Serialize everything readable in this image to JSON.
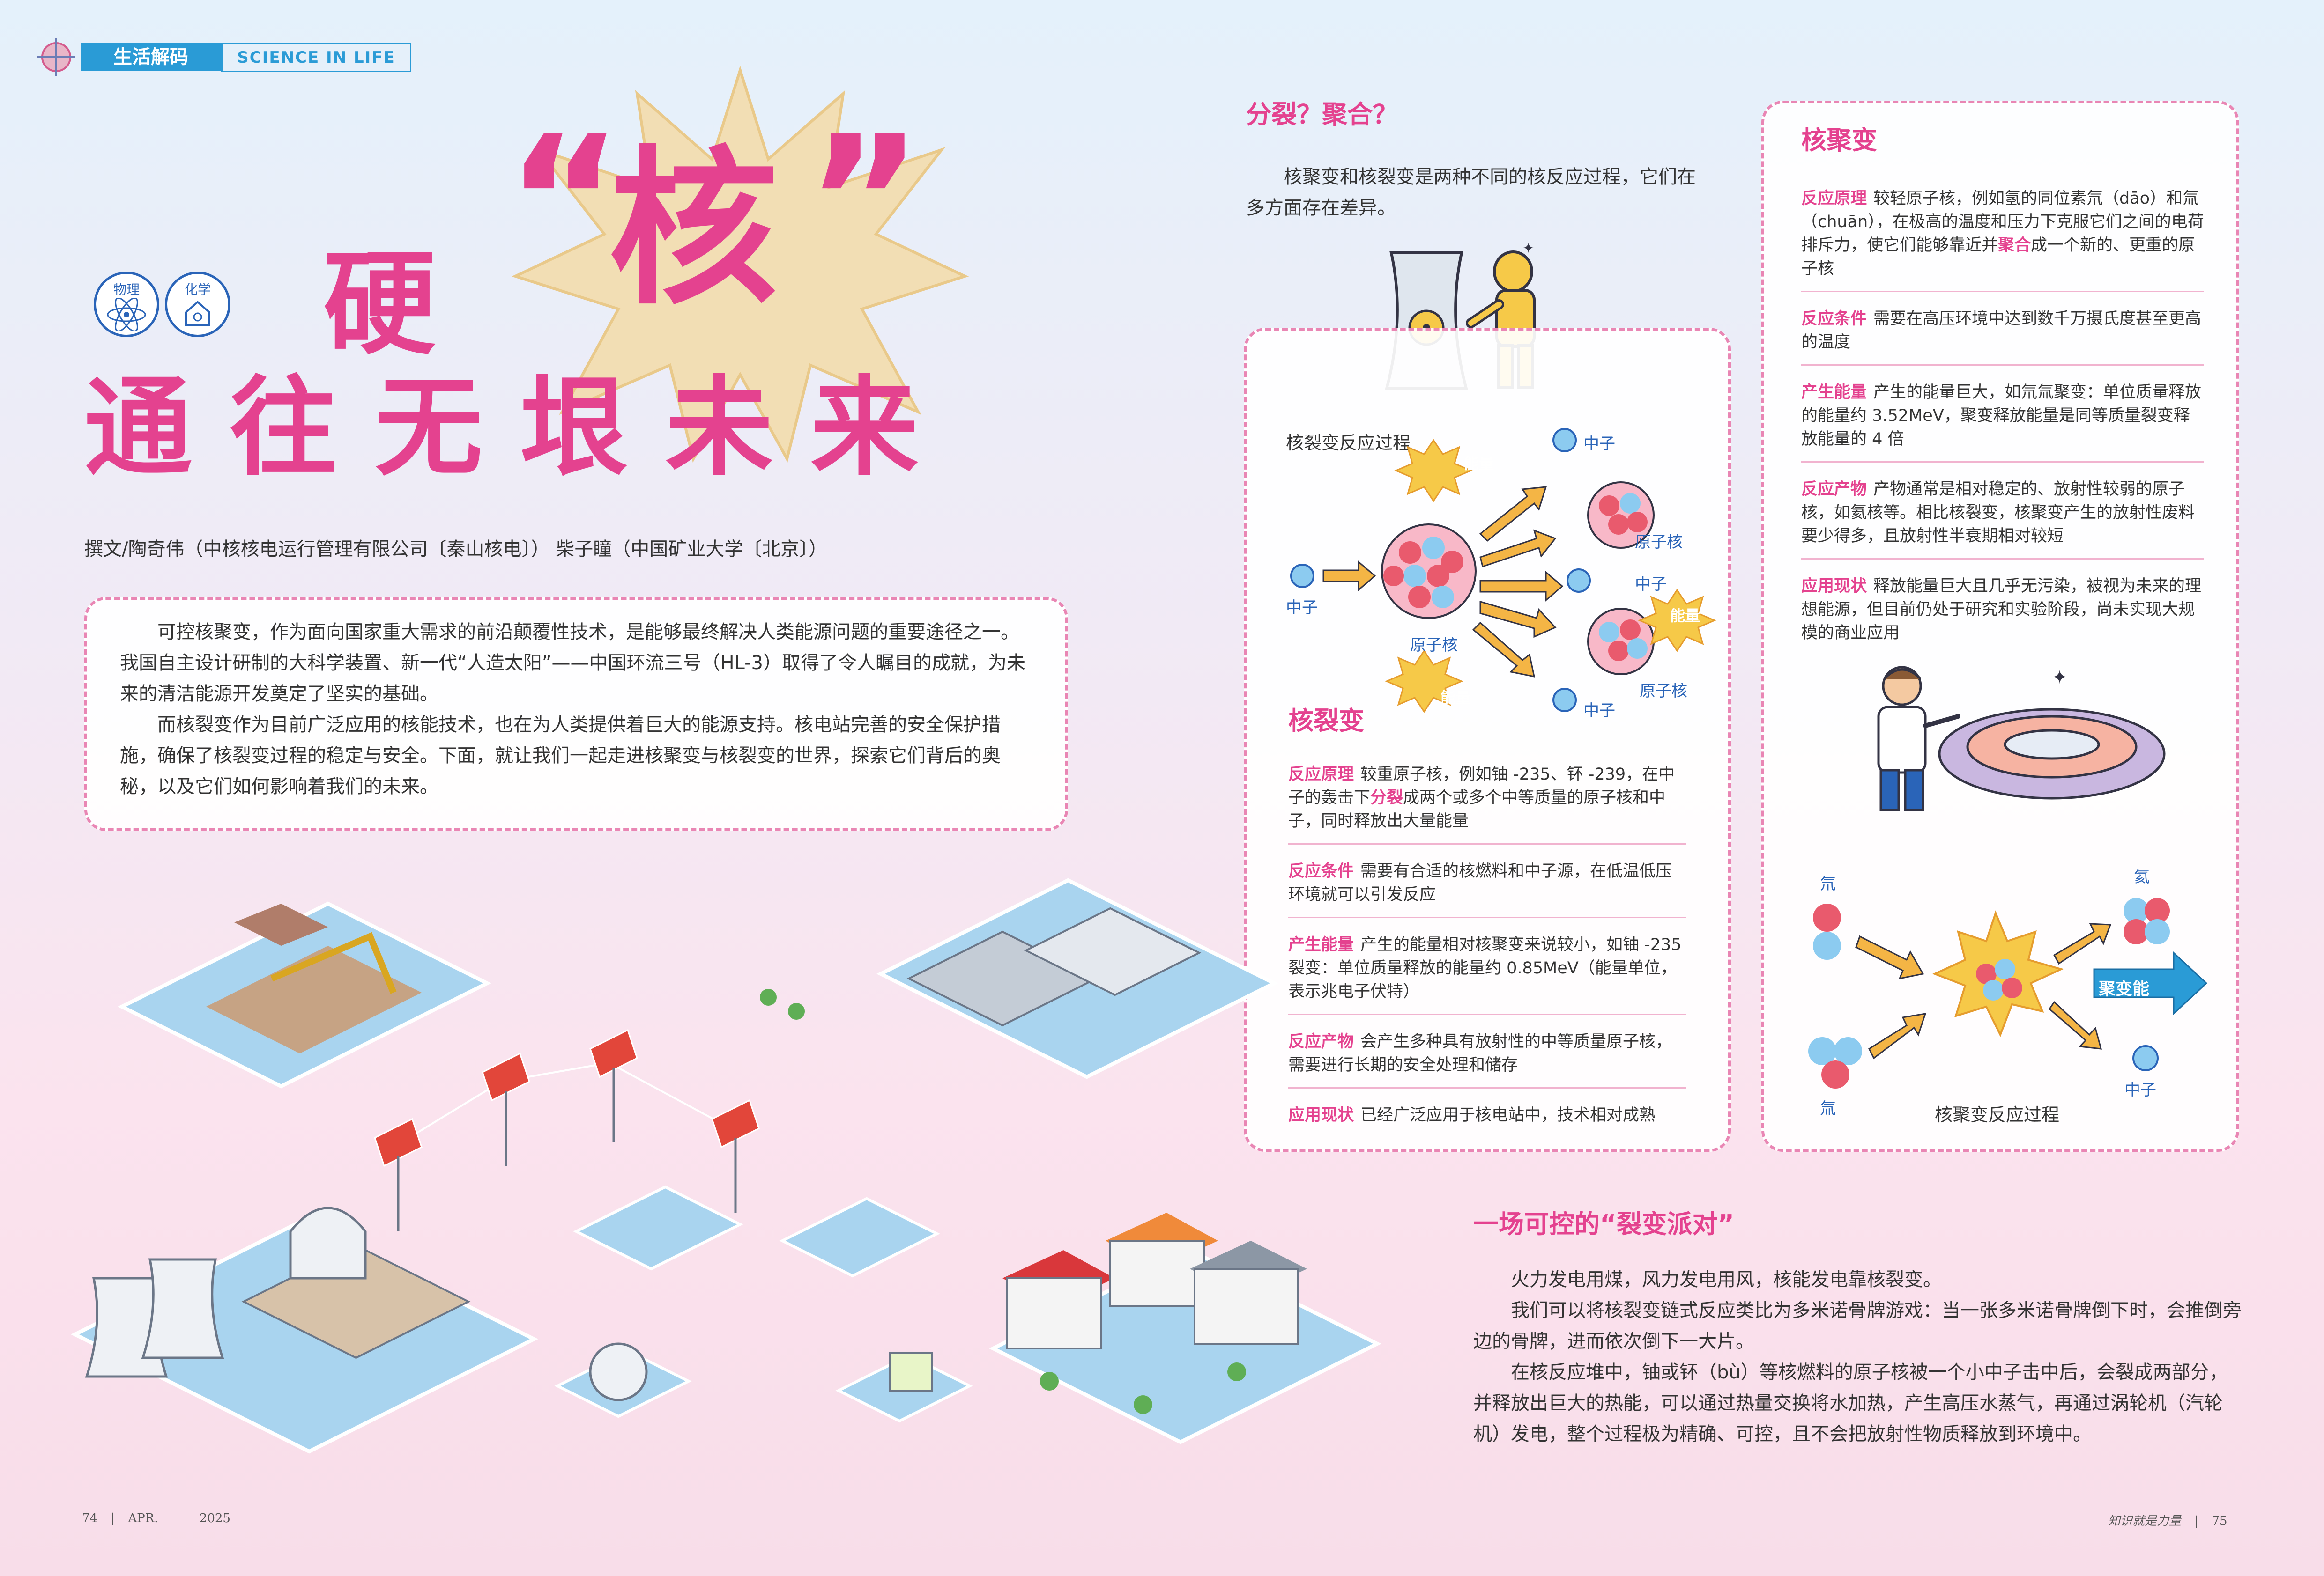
{
  "header": {
    "tag_cn": "生活解码",
    "tag_en": "SCIENCE IN LIFE"
  },
  "title": {
    "line1_char": "硬",
    "quote_open": "“",
    "big_char": "核",
    "quote_close": "”",
    "line2": "通 往 无 垠 未 来"
  },
  "subject_badges": [
    "物理",
    "化学"
  ],
  "byline": "撰文/陶奇伟（中核核电运行管理有限公司〔秦山核电〕） 柴子瞳（中国矿业大学〔北京〕）",
  "intro": {
    "p1": "可控核聚变，作为面向国家重大需求的前沿颠覆性技术，是能够最终解决人类能源问题的重要途径之一。我国自主设计研制的大科学装置、新一代“人造太阳”——中国环流三号（HL-3）取得了令人瞩目的成就，为未来的清洁能源开发奠定了坚实的基础。",
    "p2": "而核裂变作为目前广泛应用的核能技术，也在为人类提供着巨大的能源支持。核电站完善的安全保护措施，确保了核裂变过程的稳定与安全。下面，就让我们一起走进核聚变与核裂变的世界，探索它们背后的奥秘，以及它们如何影响着我们的未来。"
  },
  "fission_fusion_intro": {
    "heading": "分裂？聚合？",
    "text": "核聚变和核裂变是两种不同的核反应过程，它们在多方面存在差异。"
  },
  "fission": {
    "diagram_title": "核裂变反应过程",
    "labels": {
      "neutron": "中子",
      "nucleus": "原子核",
      "energy": "能量"
    },
    "heading": "核裂变",
    "rows": [
      {
        "label": "反应原理",
        "pre": "较重原子核，例如铀 -235、钚 -239，在中子的轰击下",
        "emph": "分裂",
        "post": "成两个或多个中等质量的原子核和中子，同时释放出大量能量"
      },
      {
        "label": "反应条件",
        "pre": "需要有合适的核燃料和中子源，在低温低压环境就可以引发反应",
        "emph": "",
        "post": ""
      },
      {
        "label": "产生能量",
        "pre": "产生的能量相对核聚变来说较小，如铀 -235 裂变：单位质量释放的能量约 0.85MeV（能量单位，表示兆电子伏特）",
        "emph": "",
        "post": ""
      },
      {
        "label": "反应产物",
        "pre": "会产生多种具有放射性的中等质量原子核，需要进行长期的安全处理和储存",
        "emph": "",
        "post": ""
      },
      {
        "label": "应用现状",
        "pre": "已经广泛应用于核电站中，技术相对成熟",
        "emph": "",
        "post": ""
      }
    ]
  },
  "fusion": {
    "heading": "核聚变",
    "rows": [
      {
        "label": "反应原理",
        "pre": "较轻原子核，例如氢的同位素氘（dāo）和氚（chuān），在极高的温度和压力下克服它们之间的电荷排斥力，使它们能够靠近并",
        "emph": "聚合",
        "post": "成一个新的、更重的原子核"
      },
      {
        "label": "反应条件",
        "pre": "需要在高压环境中达到数千万摄氏度甚至更高的温度",
        "emph": "",
        "post": ""
      },
      {
        "label": "产生能量",
        "pre": "产生的能量巨大，如氘氚聚变：单位质量释放的能量约 3.52MeV，聚变释放能量是同等质量裂变释放能量的 4 倍",
        "emph": "",
        "post": ""
      },
      {
        "label": "反应产物",
        "pre": "产物通常是相对稳定的、放射性较弱的原子核，如氦核等。相比核裂变，核聚变产生的放射性废料要少得多，且放射性半衰期相对较短",
        "emph": "",
        "post": ""
      },
      {
        "label": "应用现状",
        "pre": "释放能量巨大且几乎无污染，被视为未来的理想能源，但目前仍处于研究和实验阶段，尚未实现大规模的商业应用",
        "emph": "",
        "post": ""
      }
    ],
    "diagram_title": "核聚变反应过程",
    "labels": {
      "deuterium": "氘",
      "tritium": "氚",
      "helium": "氦",
      "neutron": "中子",
      "energy": "聚变能"
    }
  },
  "party": {
    "heading": "一场可控的“裂变派对”",
    "p1": "火力发电用煤，风力发电用风，核能发电靠核裂变。",
    "p2": "我们可以将核裂变链式反应类比为多米诺骨牌游戏：当一张多米诺骨牌倒下时，会推倒旁边的骨牌，进而依次倒下一大片。",
    "p3": "在核反应堆中，铀或钚（bù）等核燃料的原子核被一个小中子击中后，会裂成两部分，并释放出巨大的热能，可以通过热量交换将水加热，产生高压水蒸气，再通过涡轮机（汽轮机）发电，整个过程极为精确、可控，且不会把放射性物质释放到环境中。"
  },
  "footer": {
    "page_left": "74",
    "month": "APR.",
    "year": "2025",
    "magazine": "知识就是力量",
    "page_right": "75"
  },
  "colors": {
    "accent": "#e4428f",
    "title_pink": "#e4428f",
    "blue": "#2a64b8",
    "burst": "#f2deb4"
  }
}
